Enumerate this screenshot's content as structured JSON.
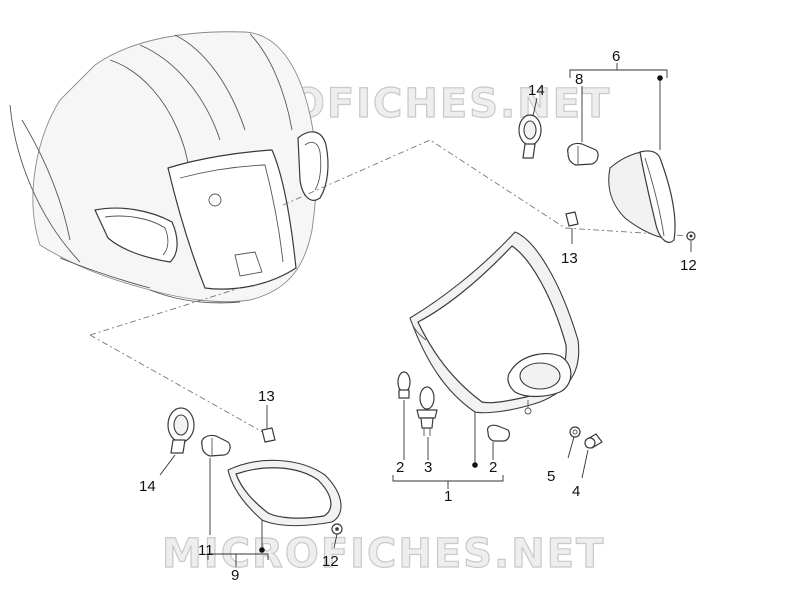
{
  "watermark": {
    "top": "MICROFICHES.NET",
    "bottom": "MICROFICHES.NET"
  },
  "callouts": {
    "c1": "1",
    "c2a": "2",
    "c2b": "2",
    "c3": "3",
    "c4": "4",
    "c5": "5",
    "c6": "6",
    "c8": "8",
    "c9": "9",
    "c11": "11",
    "c12a": "12",
    "c12b": "12",
    "c13a": "13",
    "c13b": "13",
    "c14a": "14",
    "c14b": "14"
  }
}
